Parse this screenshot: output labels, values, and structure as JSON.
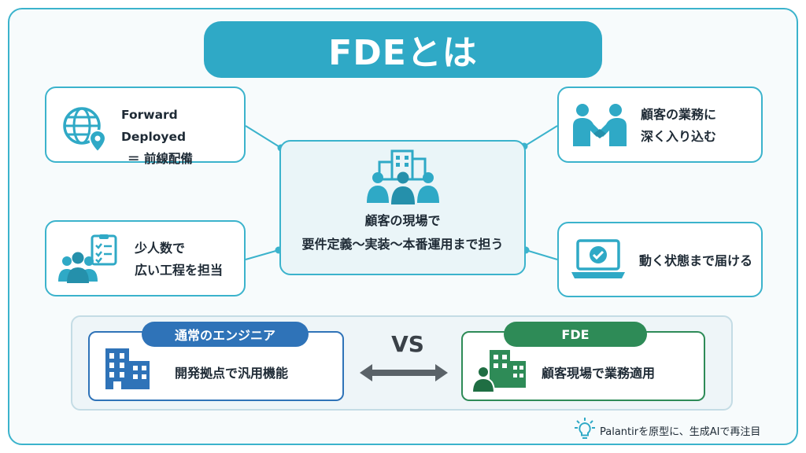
{
  "title": "FDEとは",
  "cards": {
    "forward_deployed": {
      "line1": "Forward Deployed",
      "line2": "＝ 前線配備",
      "icon": "globe-pin-icon"
    },
    "small_team": {
      "line1": "少人数で",
      "line2": "広い工程を担当",
      "icon": "team-checklist-icon"
    },
    "deep_business": {
      "line1": "顧客の業務に",
      "line2": "深く入り込む",
      "icon": "handshake-icon"
    },
    "deliver": {
      "line1": "動く状態まで届ける",
      "icon": "laptop-check-icon"
    }
  },
  "center": {
    "line1": "顧客の現場で",
    "line2": "要件定義〜実装〜本番運用まで担う",
    "icon": "people-building-icon"
  },
  "comparison": {
    "normal": {
      "tag": "通常のエンジニア",
      "text": "開発拠点で汎用機能",
      "icon": "office-building-icon"
    },
    "vs": "VS",
    "fde": {
      "tag": "FDE",
      "text": "顧客現場で業務適用",
      "icon": "person-building-icon"
    }
  },
  "footnote": {
    "text": "Palantirを原型に、生成AIで再注目",
    "icon": "lightbulb-icon"
  },
  "colors": {
    "teal": "#2fa9c6",
    "border": "#3bb3cc",
    "blue": "#2f73b8",
    "green": "#2e8b57"
  }
}
